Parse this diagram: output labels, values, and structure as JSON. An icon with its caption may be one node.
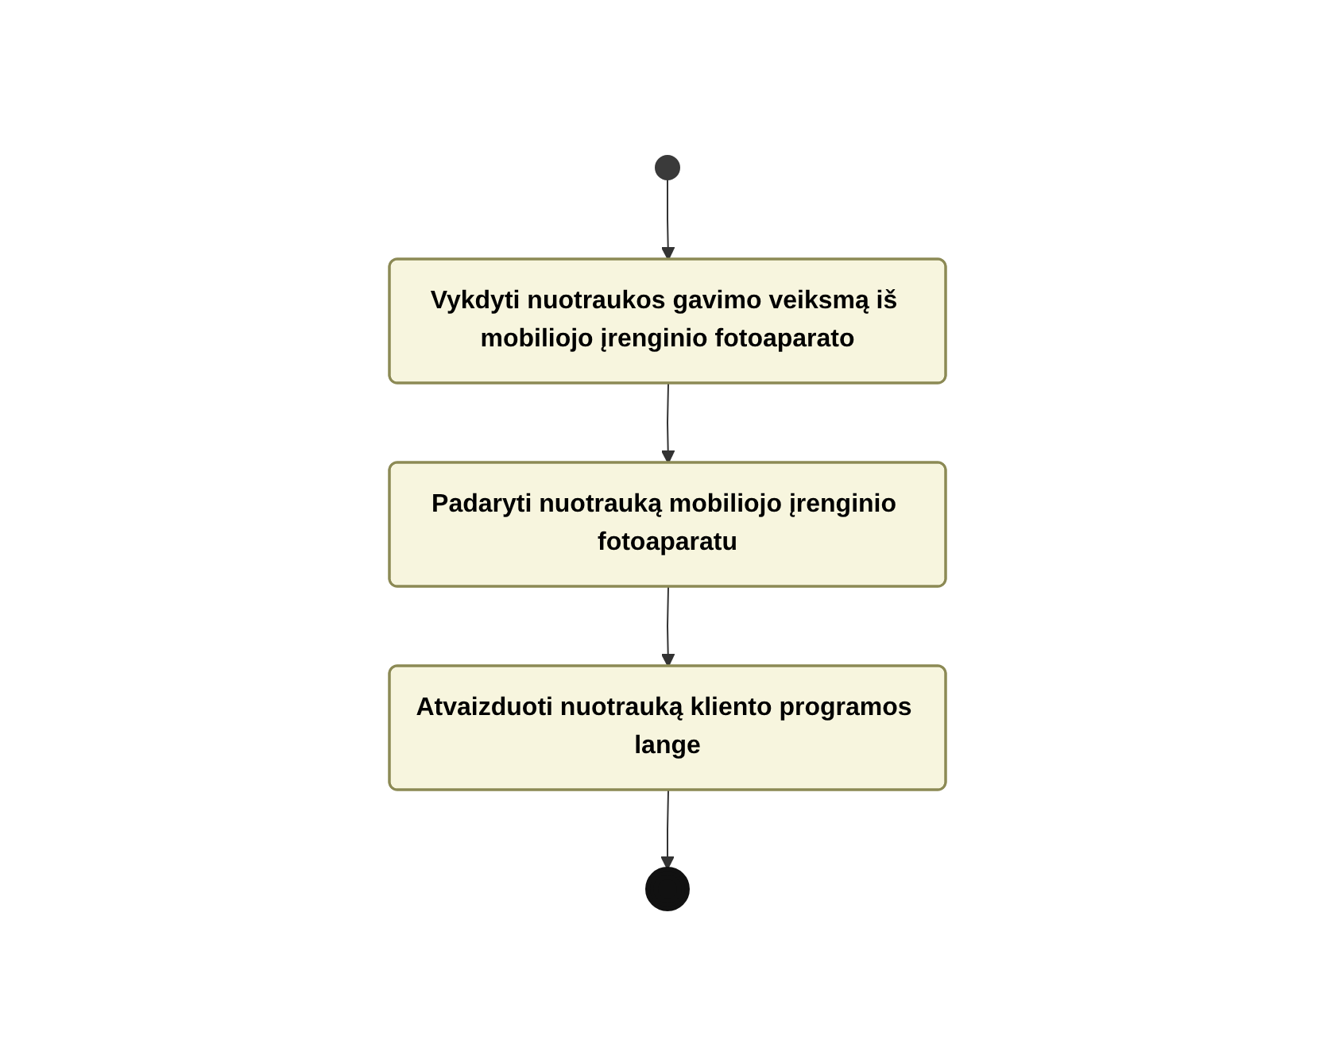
{
  "diagram": {
    "nodes": [
      {
        "text": [],
        "shape": "circle"
      },
      {
        "text": [
          "Vykdyti nuotraukos gavimo veiksmą iš mobiliojo įrenginio fotoaparato"
        ]
      },
      {
        "text": [
          "Padaryti nuotrauką mobiliojo įrenginio fotoaparatu"
        ]
      },
      {
        "text": [
          "Atvaizduoti nuotrauką kliento programos lange"
        ]
      },
      {
        "text": [],
        "shape": "circle"
      }
    ],
    "edges": [
      {
        "from": 0,
        "to": 1,
        "arrow": "to"
      },
      {
        "from": 1,
        "to": 2,
        "arrow": "to"
      },
      {
        "from": 2,
        "to": 3,
        "arrow": "to"
      },
      {
        "from": 3,
        "to": 4,
        "arrow": "to"
      }
    ]
  }
}
